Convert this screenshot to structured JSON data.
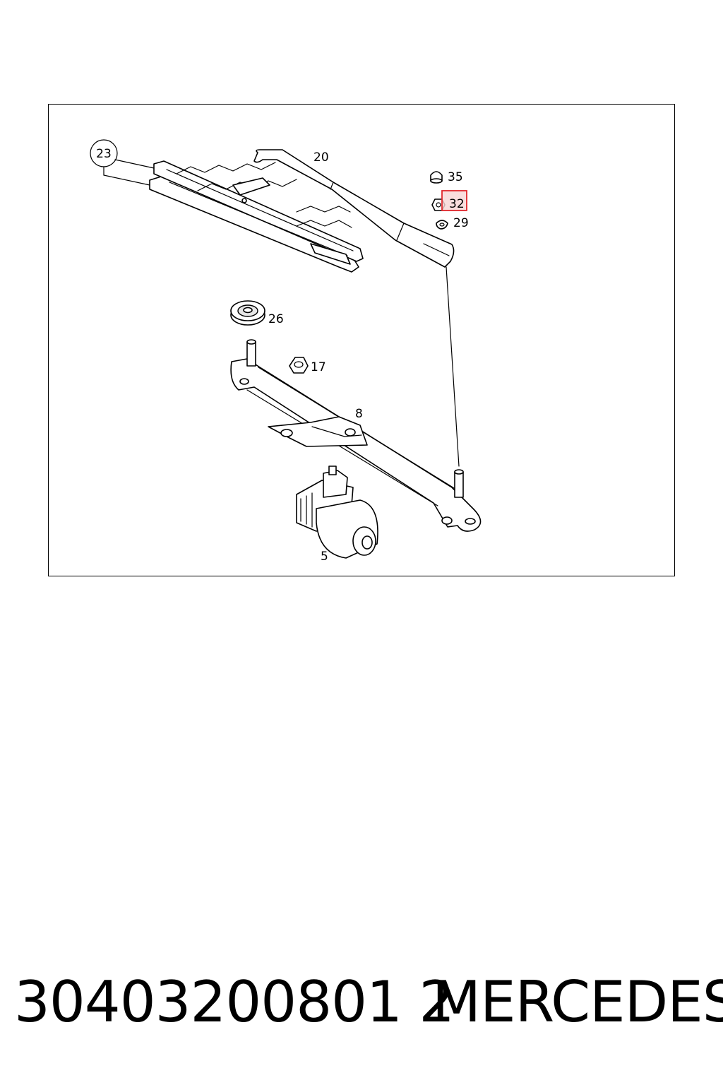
{
  "diagram": {
    "callouts": {
      "c23": "23",
      "c20": "20",
      "c35": "35",
      "c32": "32",
      "c29": "29",
      "c26": "26",
      "c17": "17",
      "c8": "8",
      "c5": "5"
    },
    "highlighted_callout": "32",
    "highlight_color": "#e0262b",
    "highlight_fill": "#f8d6d6"
  },
  "footer": {
    "part_number": "30403200801 2",
    "brand": "MERCEDES"
  }
}
